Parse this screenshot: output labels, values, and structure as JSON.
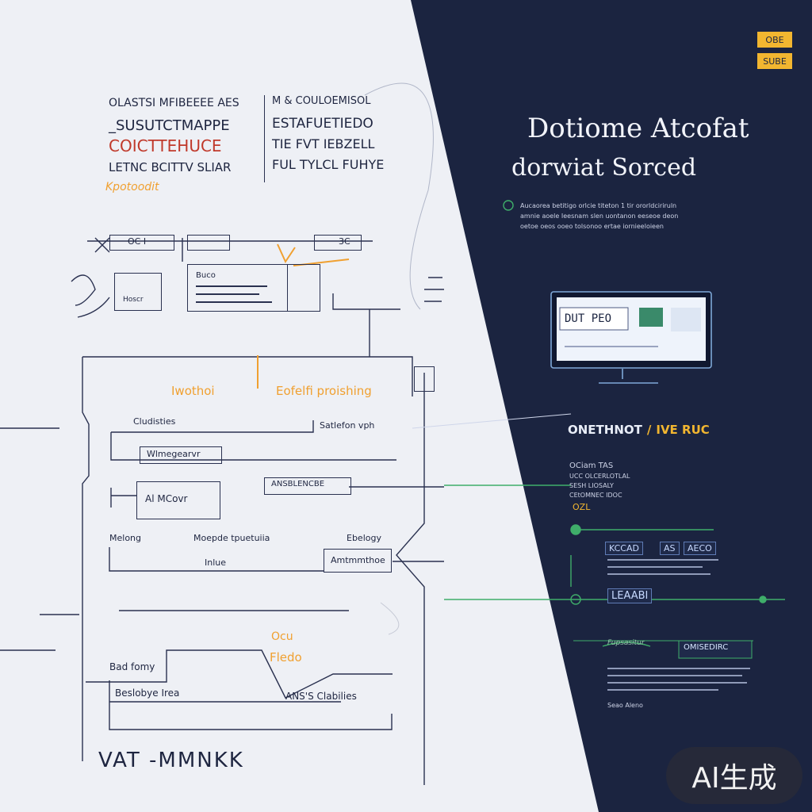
{
  "colors": {
    "light_bg": "#eef0f5",
    "dark_bg": "#1b2440",
    "ink": "#1e2540",
    "accent_orange": "#f0a030",
    "accent_red": "#c0392b",
    "accent_green": "#3fae6a",
    "accent_yellow": "#f2b630"
  },
  "top_left_block": {
    "line1": "OLASTSI MFIBEEEE AES",
    "line2": "_SUSUTCTMAPPE",
    "line3": "COICTTEHUCE",
    "line4": "LETNC BCITTV SLIAR",
    "line5": "Kpotoodit"
  },
  "top_mid_block": {
    "line1": "M & COULOEMISOL",
    "line2": "ESTAFUETIEDO",
    "line3": "TIE FVT IEBZELL",
    "line4": "FUL TYLCL FUHYE"
  },
  "diagram": {
    "box_top1": "OC I",
    "box_top2": "3C",
    "box_left": "Hoscr",
    "box_center": "Buco",
    "orange_left": "Iwothoi",
    "orange_right": "Eofelfi proishing",
    "row_caption1": "Cludisties",
    "row_caption2": "Satlefon vph",
    "box_row1": "Wlmegearvr",
    "box_row2": "Al MCovr",
    "box_row2_right": "ANSBLENCBE",
    "label_left3": "Melong",
    "label_mid3": "Moepde tpuetuiia",
    "label_right3": "Ebelogy",
    "label_row3_sub": "Inlue",
    "box_row3": "Amtmmthoe",
    "orange_bottom1": "Ocu",
    "orange_bottom2": "Fledo",
    "label_left4": "Bad fomy",
    "label_left5": "Beslobye Irea",
    "label_mid5": "ANS'S Clabilies",
    "bottom_scrawl": "VAT -MMNKK"
  },
  "dark_panel": {
    "corner_tag1": "OBE",
    "corner_tag2": "SUBE",
    "title_line1": "Dotiome Atcofat",
    "title_line2": "dorwiat Sorced",
    "desc_line1": "Aucaorea betitigo orlcie titeton 1 tir ororldciriruln",
    "desc_line2": "amnie aoele Ieesnam slen uontanon eeseoe deon",
    "desc_line3": "oetoe oeos ooeo tolsonoo ertae iornieeloieen",
    "monitor_text": "DUT PEO",
    "banner_left": "ONETHNOT",
    "banner_right": "IVE RUC",
    "section_title": "OCiam TAS",
    "section_line1": "UCC OLCERLOTLAL",
    "section_line2": "SESH LIOSALY",
    "section_line3": "CEtOMNEC IDOC",
    "section_yellow": "OZL",
    "chip1": "KCCAD",
    "chip2": "AS",
    "chip3": "AECO",
    "chip4": "LEAABI",
    "chip5": "OMISEDIRC",
    "script_label": "Fupsasitur",
    "footer_text": "Seao Aleno"
  },
  "watermark": "AI生成"
}
